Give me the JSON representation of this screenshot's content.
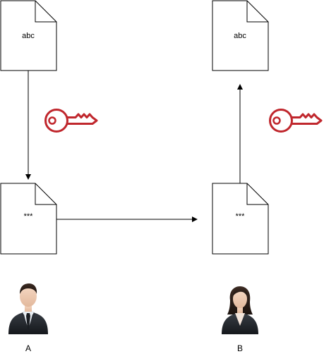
{
  "documents": {
    "plain_left": {
      "text": "abc"
    },
    "plain_right": {
      "text": "abc"
    },
    "encrypted_left": {
      "text": "***"
    },
    "encrypted_right": {
      "text": "***"
    }
  },
  "icons": {
    "key_left": "key-icon",
    "key_right": "key-icon",
    "person_a": "businessman-icon",
    "person_b": "businesswoman-icon"
  },
  "people": {
    "a": {
      "label": "A"
    },
    "b": {
      "label": "B"
    }
  },
  "colors": {
    "key": "#C0272D",
    "line": "#000000",
    "doc_stroke": "#000000",
    "doc_fill": "#ffffff"
  }
}
